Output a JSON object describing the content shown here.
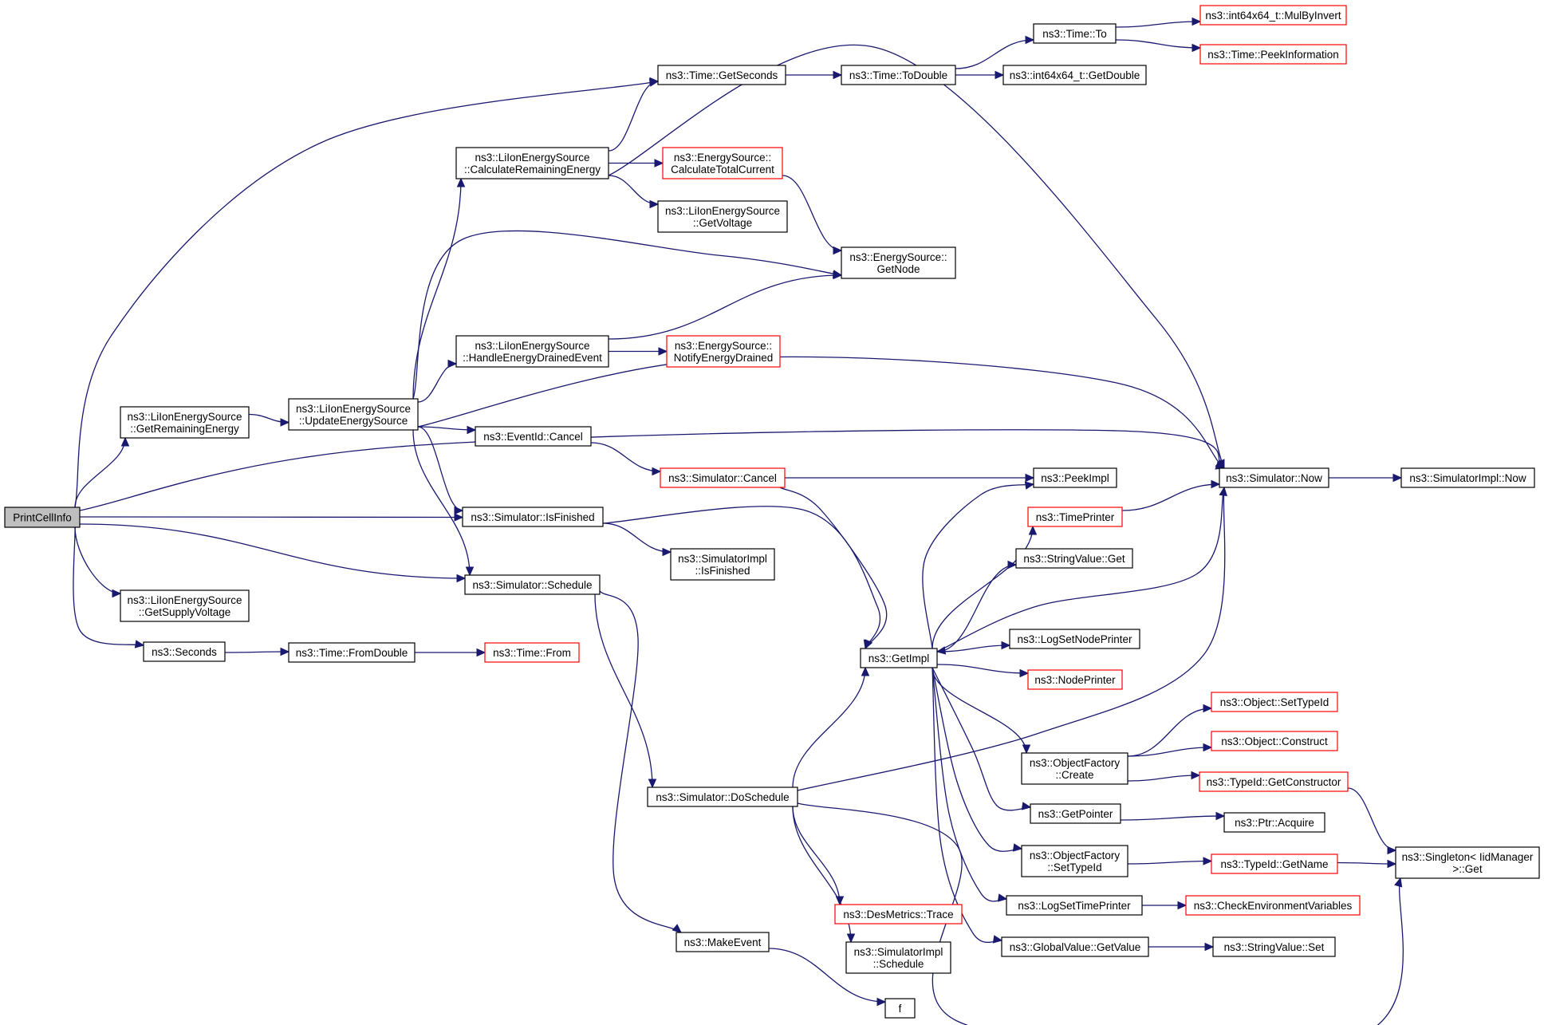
{
  "diagram": {
    "nodes": {
      "printcellinfo": {
        "lines": [
          "PrintCellInfo"
        ],
        "style": "root"
      },
      "getremainingenergy": {
        "lines": [
          "ns3::LiIonEnergySource",
          "::GetRemainingEnergy"
        ],
        "style": "normal"
      },
      "getsupplyvoltage": {
        "lines": [
          "ns3::LiIonEnergySource",
          "::GetSupplyVoltage"
        ],
        "style": "normal"
      },
      "seconds": {
        "lines": [
          "ns3::Seconds"
        ],
        "style": "normal"
      },
      "updateenergysource": {
        "lines": [
          "ns3::LiIonEnergySource",
          "::UpdateEnergySource"
        ],
        "style": "normal"
      },
      "time-fromdouble": {
        "lines": [
          "ns3::Time::FromDouble"
        ],
        "style": "normal"
      },
      "time-from": {
        "lines": [
          "ns3::Time::From"
        ],
        "style": "red"
      },
      "time-getseconds": {
        "lines": [
          "ns3::Time::GetSeconds"
        ],
        "style": "normal"
      },
      "calcremainingenergy": {
        "lines": [
          "ns3::LiIonEnergySource",
          "::CalculateRemainingEnergy"
        ],
        "style": "normal"
      },
      "handleenergydrained": {
        "lines": [
          "ns3::LiIonEnergySource",
          "::HandleEnergyDrainedEvent"
        ],
        "style": "normal"
      },
      "eventid-cancel": {
        "lines": [
          "ns3::EventId::Cancel"
        ],
        "style": "normal"
      },
      "simulator-isfinished": {
        "lines": [
          "ns3::Simulator::IsFinished"
        ],
        "style": "normal"
      },
      "simulator-schedule": {
        "lines": [
          "ns3::Simulator::Schedule"
        ],
        "style": "normal"
      },
      "calctotalcurrent": {
        "lines": [
          "ns3::EnergySource::",
          "CalculateTotalCurrent"
        ],
        "style": "red"
      },
      "getvoltage": {
        "lines": [
          "ns3::LiIonEnergySource",
          "::GetVoltage"
        ],
        "style": "normal"
      },
      "notifyenergydrained": {
        "lines": [
          "ns3::EnergySource::",
          "NotifyEnergyDrained"
        ],
        "style": "red"
      },
      "simulator-cancel": {
        "lines": [
          "ns3::Simulator::Cancel"
        ],
        "style": "red"
      },
      "simimpl-isfinished": {
        "lines": [
          "ns3::SimulatorImpl",
          "::IsFinished"
        ],
        "style": "normal"
      },
      "simulator-doschedule": {
        "lines": [
          "ns3::Simulator::DoSchedule"
        ],
        "style": "normal"
      },
      "makeevent": {
        "lines": [
          "ns3::MakeEvent"
        ],
        "style": "normal"
      },
      "time-todouble": {
        "lines": [
          "ns3::Time::ToDouble"
        ],
        "style": "normal"
      },
      "energysource-getnode": {
        "lines": [
          "ns3::EnergySource::",
          "GetNode"
        ],
        "style": "normal"
      },
      "getimpl": {
        "lines": [
          "ns3::GetImpl"
        ],
        "style": "normal"
      },
      "desmetrics-trace": {
        "lines": [
          "ns3::DesMetrics::Trace"
        ],
        "style": "red"
      },
      "simimpl-schedule": {
        "lines": [
          "ns3::SimulatorImpl",
          "::Schedule"
        ],
        "style": "normal"
      },
      "f": {
        "lines": [
          "f"
        ],
        "style": "normal"
      },
      "time-to": {
        "lines": [
          "ns3::Time::To"
        ],
        "style": "normal"
      },
      "int64-getdouble": {
        "lines": [
          "ns3::int64x64_t::GetDouble"
        ],
        "style": "normal"
      },
      "peekimpl": {
        "lines": [
          "ns3::PeekImpl"
        ],
        "style": "normal"
      },
      "timeprinter": {
        "lines": [
          "ns3::TimePrinter"
        ],
        "style": "red"
      },
      "stringvalue-get": {
        "lines": [
          "ns3::StringValue::Get"
        ],
        "style": "normal"
      },
      "logsetnodeprinter": {
        "lines": [
          "ns3::LogSetNodePrinter"
        ],
        "style": "normal"
      },
      "nodeprinter": {
        "lines": [
          "ns3::NodePrinter"
        ],
        "style": "red"
      },
      "objectfactory-create": {
        "lines": [
          "ns3::ObjectFactory",
          "::Create"
        ],
        "style": "normal"
      },
      "getpointer": {
        "lines": [
          "ns3::GetPointer"
        ],
        "style": "normal"
      },
      "objectfactory-settypeid": {
        "lines": [
          "ns3::ObjectFactory",
          "::SetTypeId"
        ],
        "style": "normal"
      },
      "logsettimeprinter": {
        "lines": [
          "ns3::LogSetTimePrinter"
        ],
        "style": "normal"
      },
      "globalvalue-getvalue": {
        "lines": [
          "ns3::GlobalValue::GetValue"
        ],
        "style": "normal"
      },
      "mulbyinvert": {
        "lines": [
          "ns3::int64x64_t::MulByInvert"
        ],
        "style": "red"
      },
      "peekinformation": {
        "lines": [
          "ns3::Time::PeekInformation"
        ],
        "style": "red"
      },
      "simulator-now": {
        "lines": [
          "ns3::Simulator::Now"
        ],
        "style": "normal"
      },
      "object-settypeid": {
        "lines": [
          "ns3::Object::SetTypeId"
        ],
        "style": "red"
      },
      "object-construct": {
        "lines": [
          "ns3::Object::Construct"
        ],
        "style": "red"
      },
      "typeid-getconstructor": {
        "lines": [
          "ns3::TypeId::GetConstructor"
        ],
        "style": "red"
      },
      "ptr-acquire": {
        "lines": [
          "ns3::Ptr::Acquire"
        ],
        "style": "normal"
      },
      "typeid-getname": {
        "lines": [
          "ns3::TypeId::GetName"
        ],
        "style": "red"
      },
      "checkenvvars": {
        "lines": [
          "ns3::CheckEnvironmentVariables"
        ],
        "style": "red"
      },
      "stringvalue-set": {
        "lines": [
          "ns3::StringValue::Set"
        ],
        "style": "normal"
      },
      "simimpl-now": {
        "lines": [
          "ns3::SimulatorImpl::Now"
        ],
        "style": "normal"
      },
      "singleton-get": {
        "lines": [
          "ns3::Singleton< IidManager",
          ">::Get"
        ],
        "style": "normal"
      }
    },
    "edges": [
      [
        "printcellinfo",
        "time-getseconds"
      ],
      [
        "printcellinfo",
        "getremainingenergy"
      ],
      [
        "printcellinfo",
        "simulator-now"
      ],
      [
        "printcellinfo",
        "simulator-isfinished"
      ],
      [
        "printcellinfo",
        "simulator-schedule"
      ],
      [
        "printcellinfo",
        "getsupplyvoltage"
      ],
      [
        "printcellinfo",
        "seconds"
      ],
      [
        "getremainingenergy",
        "updateenergysource"
      ],
      [
        "updateenergysource",
        "calcremainingenergy"
      ],
      [
        "updateenergysource",
        "energysource-getnode"
      ],
      [
        "updateenergysource",
        "handleenergydrained"
      ],
      [
        "updateenergysource",
        "simulator-now"
      ],
      [
        "updateenergysource",
        "eventid-cancel"
      ],
      [
        "updateenergysource",
        "simulator-isfinished"
      ],
      [
        "updateenergysource",
        "simulator-schedule"
      ],
      [
        "calcremainingenergy",
        "time-getseconds"
      ],
      [
        "calcremainingenergy",
        "calctotalcurrent"
      ],
      [
        "calcremainingenergy",
        "getvoltage"
      ],
      [
        "calcremainingenergy",
        "simulator-now"
      ],
      [
        "calctotalcurrent",
        "energysource-getnode"
      ],
      [
        "handleenergydrained",
        "energysource-getnode"
      ],
      [
        "handleenergydrained",
        "notifyenergydrained"
      ],
      [
        "time-getseconds",
        "time-todouble"
      ],
      [
        "time-todouble",
        "time-to"
      ],
      [
        "time-todouble",
        "int64-getdouble"
      ],
      [
        "time-to",
        "mulbyinvert"
      ],
      [
        "time-to",
        "peekinformation"
      ],
      [
        "eventid-cancel",
        "simulator-cancel"
      ],
      [
        "simulator-cancel",
        "peekimpl"
      ],
      [
        "simulator-cancel",
        "getimpl"
      ],
      [
        "simulator-isfinished",
        "simimpl-isfinished"
      ],
      [
        "simulator-isfinished",
        "getimpl"
      ],
      [
        "simulator-schedule",
        "simulator-doschedule"
      ],
      [
        "simulator-schedule",
        "makeevent"
      ],
      [
        "simulator-doschedule",
        "getimpl"
      ],
      [
        "simulator-doschedule",
        "simulator-now"
      ],
      [
        "simulator-doschedule",
        "desmetrics-trace"
      ],
      [
        "simulator-doschedule",
        "simimpl-schedule"
      ],
      [
        "simulator-doschedule",
        "singleton-get"
      ],
      [
        "makeevent",
        "f"
      ],
      [
        "seconds",
        "time-fromdouble"
      ],
      [
        "time-fromdouble",
        "time-from"
      ],
      [
        "getimpl",
        "peekimpl"
      ],
      [
        "getimpl",
        "timeprinter"
      ],
      [
        "getimpl",
        "stringvalue-get"
      ],
      [
        "getimpl",
        "logsetnodeprinter"
      ],
      [
        "getimpl",
        "nodeprinter"
      ],
      [
        "getimpl",
        "objectfactory-create"
      ],
      [
        "getimpl",
        "getpointer"
      ],
      [
        "getimpl",
        "objectfactory-settypeid"
      ],
      [
        "getimpl",
        "logsettimeprinter"
      ],
      [
        "getimpl",
        "globalvalue-getvalue"
      ],
      [
        "timeprinter",
        "simulator-now"
      ],
      [
        "simulator-now",
        "getimpl"
      ],
      [
        "simulator-now",
        "simimpl-now"
      ],
      [
        "objectfactory-create",
        "object-settypeid"
      ],
      [
        "objectfactory-create",
        "object-construct"
      ],
      [
        "objectfactory-create",
        "typeid-getconstructor"
      ],
      [
        "typeid-getconstructor",
        "singleton-get"
      ],
      [
        "getpointer",
        "ptr-acquire"
      ],
      [
        "objectfactory-settypeid",
        "typeid-getname"
      ],
      [
        "typeid-getname",
        "singleton-get"
      ],
      [
        "logsettimeprinter",
        "checkenvvars"
      ],
      [
        "globalvalue-getvalue",
        "stringvalue-set"
      ]
    ]
  }
}
